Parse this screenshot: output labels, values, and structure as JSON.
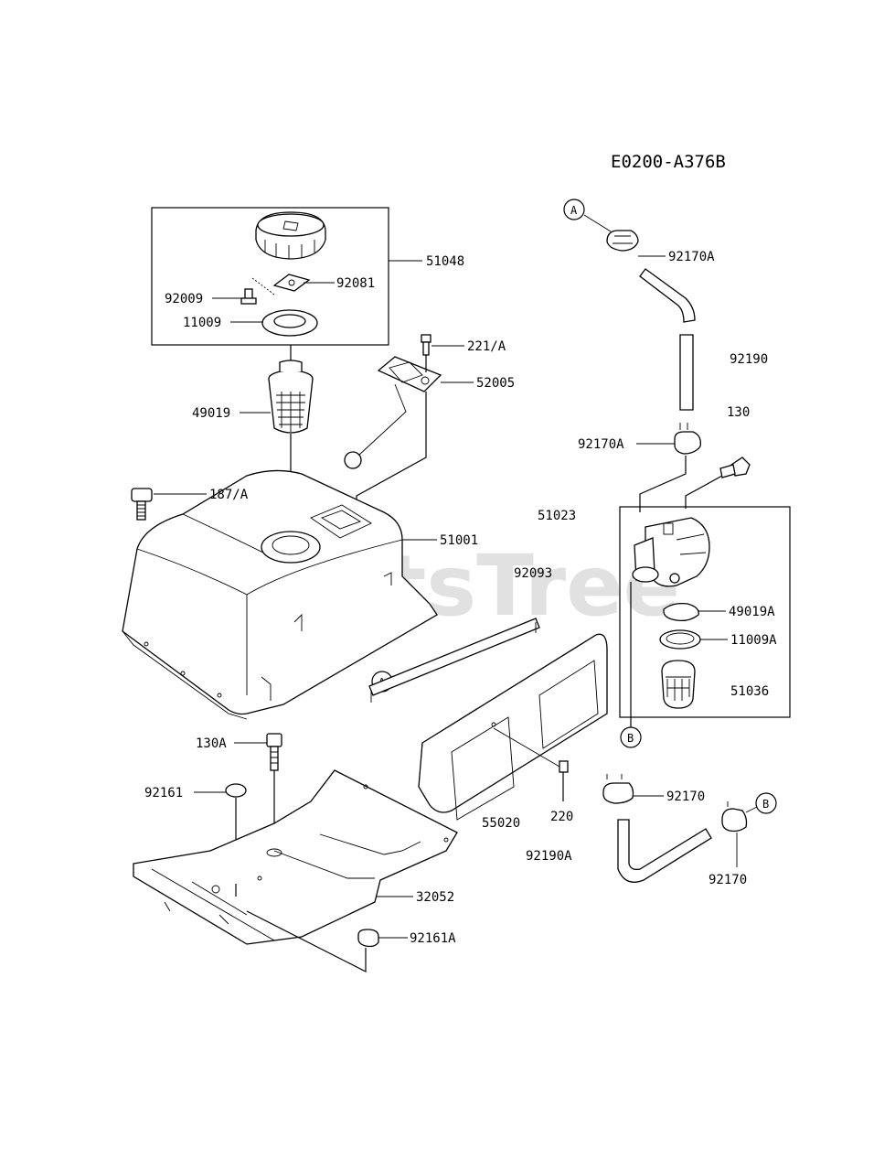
{
  "diagram_code": "E0200-A376B",
  "watermark": "PartsTree",
  "callouts": {
    "a": "A",
    "b": "B"
  },
  "parts": {
    "p51048": "51048",
    "p92081": "92081",
    "p92009": "92009",
    "p11009": "11009",
    "p49019": "49019",
    "p221A": "221/A",
    "p52005": "52005",
    "p187A": "187/A",
    "p51001": "51001",
    "p51023": "51023",
    "p92093": "92093",
    "p92170A_top": "92170A",
    "p92190": "92190",
    "p92170A_mid": "92170A",
    "p130": "130",
    "p49019A": "49019A",
    "p11009A": "11009A",
    "p51036": "51036",
    "p130A": "130A",
    "p92161": "92161",
    "p55020": "55020",
    "p220": "220",
    "p92190A": "92190A",
    "p92170_a": "92170",
    "p92170_b": "92170",
    "p32052": "32052",
    "p92161A": "92161A"
  }
}
